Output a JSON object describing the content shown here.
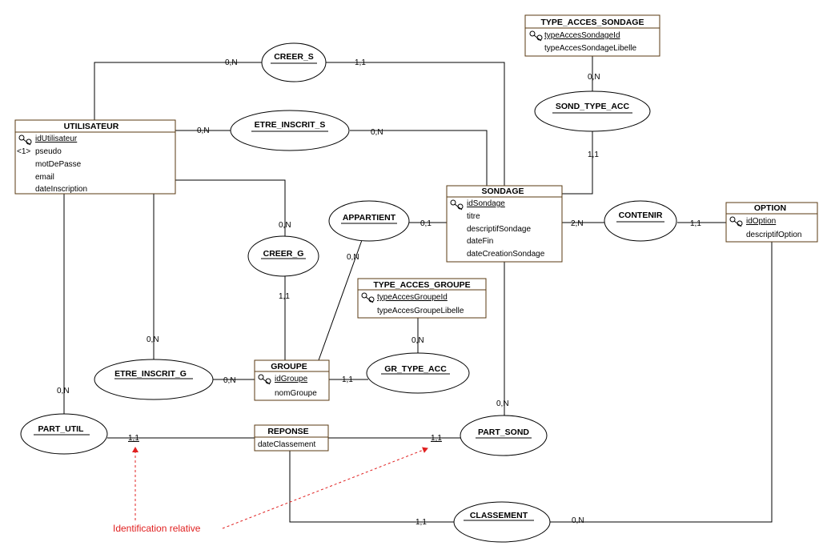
{
  "entities": {
    "type_acces_sondage": {
      "title": "TYPE_ACCES_SONDAGE",
      "key": "typeAccesSondageId",
      "attrs": [
        "typeAccesSondageLibelle"
      ]
    },
    "utilisateur": {
      "title": "UTILISATEUR",
      "key": "idUtilisateur",
      "unique_marker": "<1>",
      "attrs": [
        "pseudo",
        "motDePasse",
        "email",
        "dateInscription"
      ]
    },
    "sondage": {
      "title": "SONDAGE",
      "key": "idSondage",
      "attrs": [
        "titre",
        "descriptifSondage",
        "dateFin",
        "dateCreationSondage"
      ]
    },
    "option": {
      "title": "OPTION",
      "key": "idOption",
      "attrs": [
        "descriptifOption"
      ]
    },
    "type_acces_groupe": {
      "title": "TYPE_ACCES_GROUPE",
      "key": "typeAccesGroupeId",
      "attrs": [
        "typeAccesGroupeLibelle"
      ]
    },
    "groupe": {
      "title": "GROUPE",
      "key": "idGroupe",
      "attrs": [
        "nomGroupe"
      ]
    },
    "reponse": {
      "title": "REPONSE",
      "attrs": [
        "dateClassement"
      ]
    }
  },
  "relations": {
    "creer_s": "CREER_S",
    "etre_inscrit_s": "ETRE_INSCRIT_S",
    "sond_type_acc": "SOND_TYPE_ACC",
    "appartient": "APPARTIENT",
    "contenir": "CONTENIR",
    "creer_g": "CREER_G",
    "gr_type_acc": "GR_TYPE_ACC",
    "etre_inscrit_g": "ETRE_INSCRIT_G",
    "part_util": "PART_UTIL",
    "part_sond": "PART_SOND",
    "classement": "CLASSEMENT"
  },
  "cardinalities": {
    "creer_s_util": "0,N",
    "creer_s_sond": "1,1",
    "etre_inscrit_s_util": "0,N",
    "etre_inscrit_s_sond": "0,N",
    "sond_type_acc_type": "0,N",
    "sond_type_acc_sond": "1,1",
    "appartient_sond": "0,1",
    "appartient_groupe": "0,N",
    "contenir_sond": "2,N",
    "contenir_option": "1,1",
    "creer_g_util": "0,N",
    "creer_g_groupe": "1,1",
    "gr_type_acc_type": "0,N",
    "gr_type_acc_groupe": "1,1",
    "etre_inscrit_g_util": "0,N",
    "etre_inscrit_g_groupe": "0,N",
    "part_util_util": "0,N",
    "part_util_reponse": "1,1",
    "part_sond_sond": "0,N",
    "part_sond_reponse": "1,1",
    "classement_reponse": "1,1",
    "classement_option": "0,N"
  },
  "annotation": {
    "text": "Identification relative",
    "color": "#e02020"
  }
}
